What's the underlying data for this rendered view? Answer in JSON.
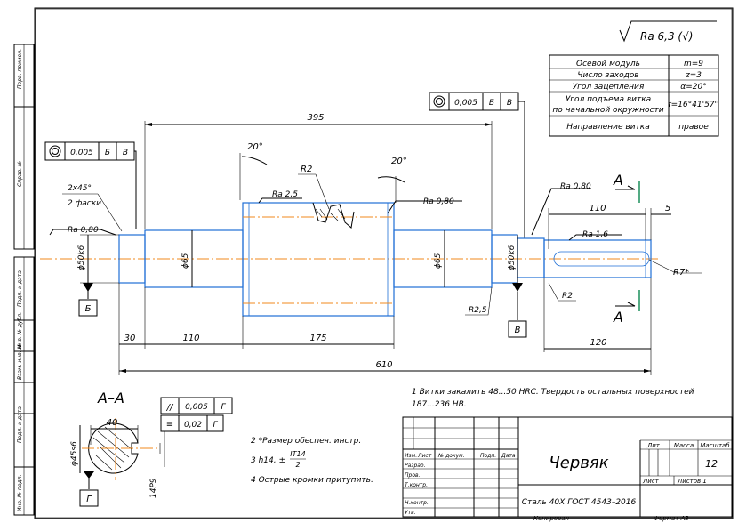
{
  "roughness": {
    "general": "Ra 6,3 (√)"
  },
  "left_stamp": {
    "cells": [
      "Перв. примен.",
      "Справ. №",
      "Подп. и дата",
      "Инв. № дубл.",
      "Взам. инв. №",
      "Подп. и дата",
      "Инв. № подл."
    ]
  },
  "params_table": {
    "rows": [
      {
        "label": "Осевой модуль",
        "value": "m=9"
      },
      {
        "label": "Число заходов",
        "value": "z=3"
      },
      {
        "label": "Угол зацепления",
        "value": "α=20°"
      },
      {
        "label": "Угол подъема витка по начальной окружности",
        "label_line1": "Угол подъема витка",
        "label_line2": "по начальной окружности",
        "value": "f=16°41'57''"
      },
      {
        "label": "Направление витка",
        "value": "правое"
      }
    ]
  },
  "tolerances": {
    "left": {
      "value": "0,005",
      "base1": "Б",
      "base2": "В"
    },
    "right": {
      "value": "0,005",
      "base1": "Б",
      "base2": "В"
    },
    "section": {
      "parallel": "0,005",
      "sym": "0,02",
      "base": "Г"
    }
  },
  "dims": {
    "d395": "395",
    "a20_left": "20°",
    "a20_right": "20°",
    "r2_top": "R2",
    "ra25": "Ra 2,5",
    "ra080_mid": "Ra 0,80",
    "ra080_left": "Ra 0,80",
    "ra080_right": "Ra 0,80",
    "ra16": "Ra 1,6",
    "chamfer1": "2x45°",
    "chamfer2": "2 фаски",
    "d50k6_left": "ϕ50k6",
    "d65_left": "ϕ65",
    "d65_right": "ϕ65",
    "d50k6_right": "ϕ50k6",
    "r25": "R2,5",
    "r2_right": "R2",
    "r7": "R7*",
    "d110_key": "110",
    "d5": "5",
    "d30": "30",
    "d110": "110",
    "d175": "175",
    "d610": "610",
    "d120": "120",
    "base_b": "Б",
    "base_v": "В",
    "base_g": "Г",
    "section_A_top": "A",
    "section_A_bottom": "A",
    "section_title": "A–A",
    "d40": "40",
    "d45s6": "ϕ45s6",
    "d14p9": "14P9"
  },
  "notes": {
    "n1_line1": "1 Витки закалить 48...50 HRC. Твердость остальных поверхностей",
    "n1_line2": "187...236 HB.",
    "n2": "2  *Размер обеспеч. инстр.",
    "n3_prefix": "3  h14, ±",
    "n3_num": "IT14",
    "n3_den": "2",
    "n4": "4  Острые кромки притупить."
  },
  "title_block": {
    "name": "Червяк",
    "material": "Сталь 40Х ГОСТ 4543–2016",
    "head_lit": "Лит.",
    "head_mass": "Масса",
    "head_scale": "Масштаб",
    "scale": "12",
    "sheet": "Лист",
    "sheets": "Листов  1",
    "rows": [
      [
        "Изм.",
        "Лист",
        "№ докум.",
        "Подп.",
        "Дата"
      ],
      [
        "Разраб.",
        "",
        "",
        "",
        ""
      ],
      [
        "Пров.",
        "",
        "",
        "",
        ""
      ],
      [
        "Т.контр.",
        "",
        "",
        "",
        ""
      ],
      [
        "",
        "",
        "",
        "",
        ""
      ],
      [
        "Н.контр.",
        "",
        "",
        "",
        ""
      ],
      [
        "Утв.",
        "",
        "",
        "",
        ""
      ]
    ],
    "copied": "Копировал",
    "format": "Формат   А3"
  }
}
